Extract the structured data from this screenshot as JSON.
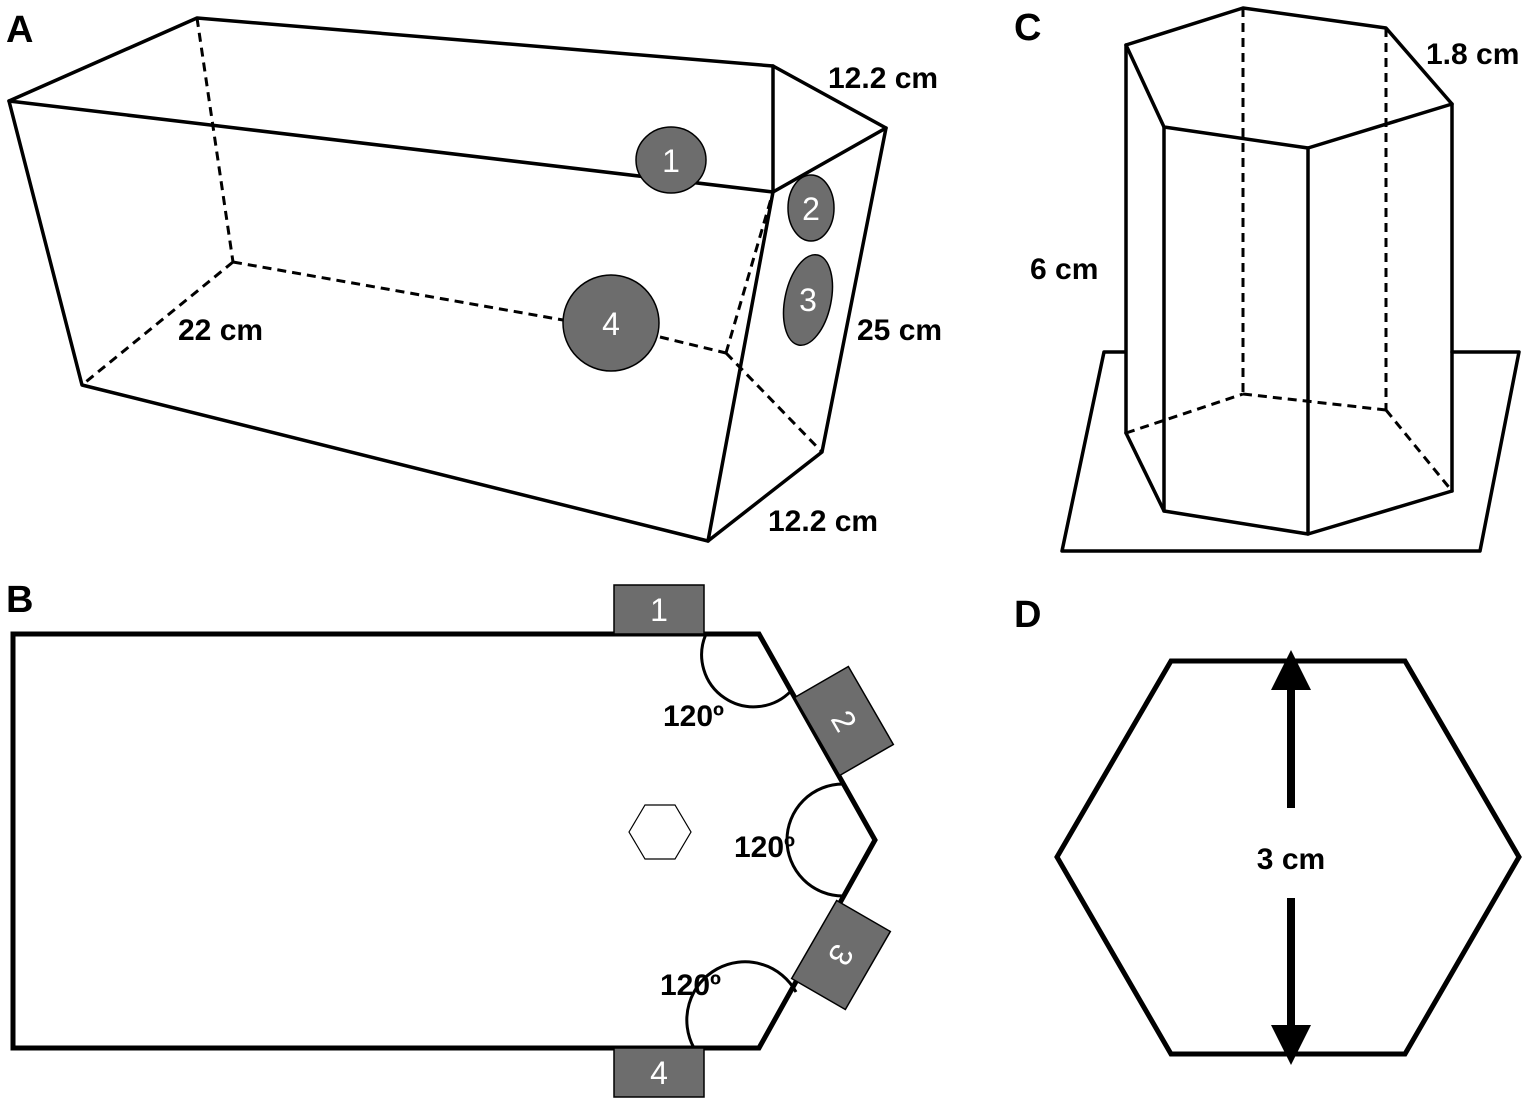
{
  "panels": {
    "a": {
      "letter": "A",
      "dims": {
        "width_top": "12.2 cm",
        "length": "22 cm",
        "height": "25 cm",
        "width_bottom": "12.2 cm"
      },
      "ports": [
        "1",
        "2",
        "3",
        "4"
      ]
    },
    "b": {
      "letter": "B",
      "angles": [
        "120º",
        "120º",
        "120º"
      ],
      "plates": [
        "1",
        "2",
        "3",
        "4"
      ]
    },
    "c": {
      "letter": "C",
      "dims": {
        "side": "1.8 cm",
        "height": "6 cm"
      }
    },
    "d": {
      "letter": "D",
      "dims": {
        "width": "3 cm"
      }
    }
  },
  "colors": {
    "line": "#000000",
    "port_fill": "#6d6d6d",
    "badge_text": "#ffffff",
    "background": "#ffffff"
  }
}
